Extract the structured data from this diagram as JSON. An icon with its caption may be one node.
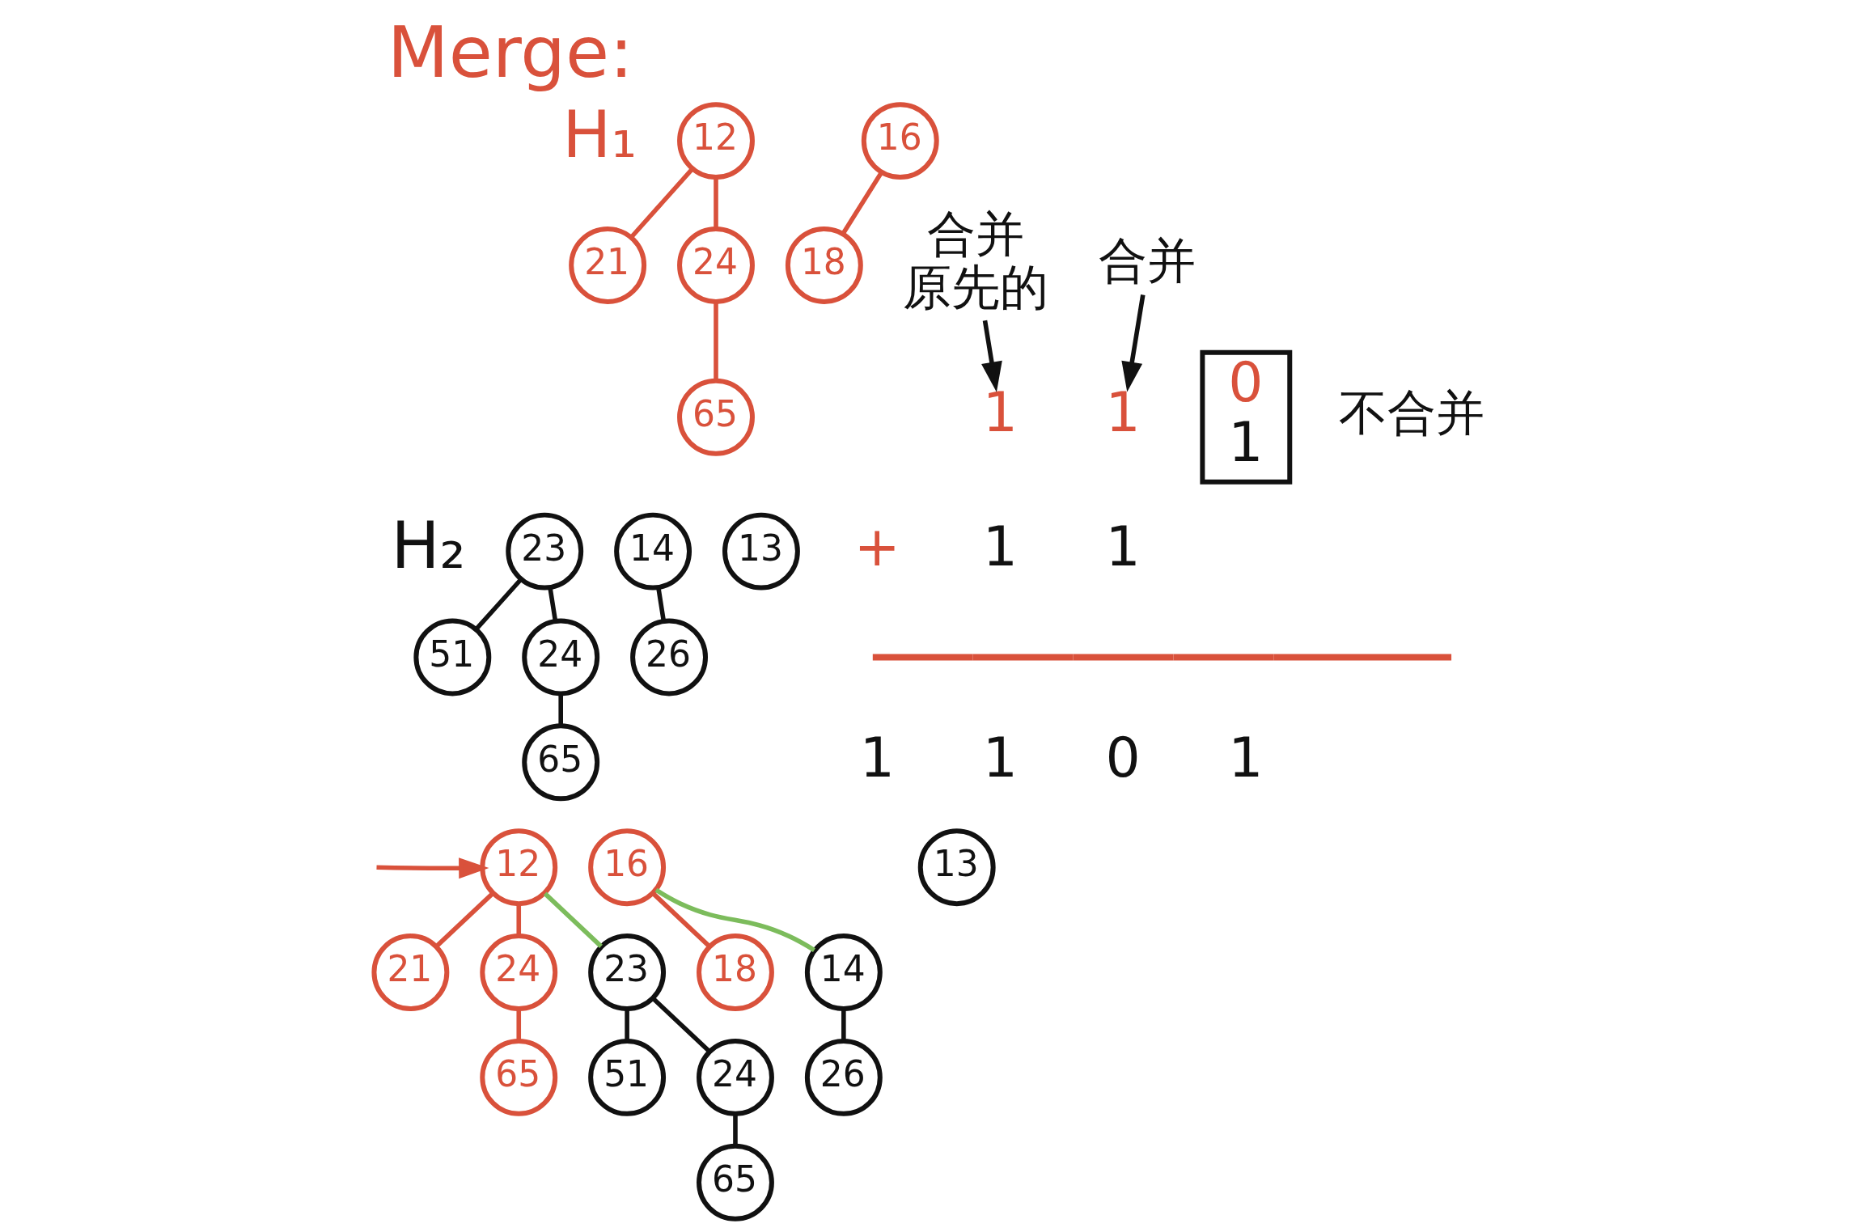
{
  "diagram": {
    "title": "Merge:",
    "nodes": [
      {
        "text": [
          "12"
        ]
      },
      {
        "text": [
          "21"
        ]
      },
      {
        "text": [
          "24"
        ]
      },
      {
        "text": [
          "65"
        ]
      },
      {
        "text": [
          "16"
        ]
      },
      {
        "text": [
          "18"
        ]
      },
      {
        "text": [
          "合并",
          "原先的"
        ]
      },
      {
        "text": [
          "1"
        ]
      },
      {
        "text": [
          "合并"
        ]
      },
      {
        "text": [
          "1"
        ]
      },
      {
        "text": [
          "0",
          "1"
        ],
        "beside": [
          "不合并"
        ]
      },
      {
        "text": [
          "23"
        ]
      },
      {
        "text": [
          "51"
        ]
      },
      {
        "text": [
          "24"
        ]
      },
      {
        "text": [
          "65"
        ]
      },
      {
        "text": [
          "14"
        ]
      },
      {
        "text": [
          "26"
        ]
      },
      {
        "text": [
          "13"
        ]
      },
      {
        "text": [
          "12"
        ]
      },
      {
        "text": [
          "21"
        ]
      },
      {
        "text": [
          "24"
        ]
      },
      {
        "text": [
          "65"
        ]
      },
      {
        "text": [
          "23"
        ]
      },
      {
        "text": [
          "51"
        ]
      },
      {
        "text": [
          "24"
        ]
      },
      {
        "text": [
          "65"
        ]
      },
      {
        "text": [
          "16"
        ]
      },
      {
        "text": [
          "18"
        ]
      },
      {
        "text": [
          "14"
        ]
      },
      {
        "text": [
          "26"
        ]
      },
      {
        "text": [
          "13"
        ]
      }
    ],
    "edges": [
      {
        "from": 0,
        "to": 1,
        "arrow": "none",
        "color": "#d9513b"
      },
      {
        "from": 0,
        "to": 2,
        "arrow": "none",
        "color": "#d9513b"
      },
      {
        "from": 2,
        "to": 3,
        "arrow": "none",
        "color": "#d9513b"
      },
      {
        "from": 4,
        "to": 5,
        "arrow": "none",
        "color": "#d9513b"
      },
      {
        "from": 6,
        "to": 7,
        "arrow": "to"
      },
      {
        "from": 8,
        "to": 9,
        "arrow": "to"
      },
      {
        "from": 11,
        "to": 12,
        "arrow": "none"
      },
      {
        "from": 11,
        "to": 13,
        "arrow": "none"
      },
      {
        "from": 13,
        "to": 14,
        "arrow": "none"
      },
      {
        "from": 15,
        "to": 16,
        "arrow": "none"
      },
      {
        "from": null,
        "to": 18,
        "arrow": "to",
        "color": "#d9513b"
      },
      {
        "from": 18,
        "to": 19,
        "arrow": "none",
        "color": "#d9513b"
      },
      {
        "from": 18,
        "to": 20,
        "arrow": "none",
        "color": "#d9513b"
      },
      {
        "from": 18,
        "to": 22,
        "arrow": "none",
        "color": "#7cbc5c"
      },
      {
        "from": 20,
        "to": 21,
        "arrow": "none",
        "color": "#d9513b"
      },
      {
        "from": 22,
        "to": 23,
        "arrow": "none"
      },
      {
        "from": 22,
        "to": 24,
        "arrow": "none"
      },
      {
        "from": 24,
        "to": 25,
        "arrow": "none"
      },
      {
        "from": 26,
        "to": 27,
        "arrow": "none",
        "color": "#d9513b"
      },
      {
        "from": 26,
        "to": 28,
        "arrow": "none",
        "color": "#7cbc5c"
      },
      {
        "from": 28,
        "to": 29,
        "arrow": "none"
      }
    ],
    "labels": [
      "H₁",
      "H₂",
      "+",
      "1",
      "1",
      "1",
      "1",
      "0",
      "1"
    ]
  }
}
